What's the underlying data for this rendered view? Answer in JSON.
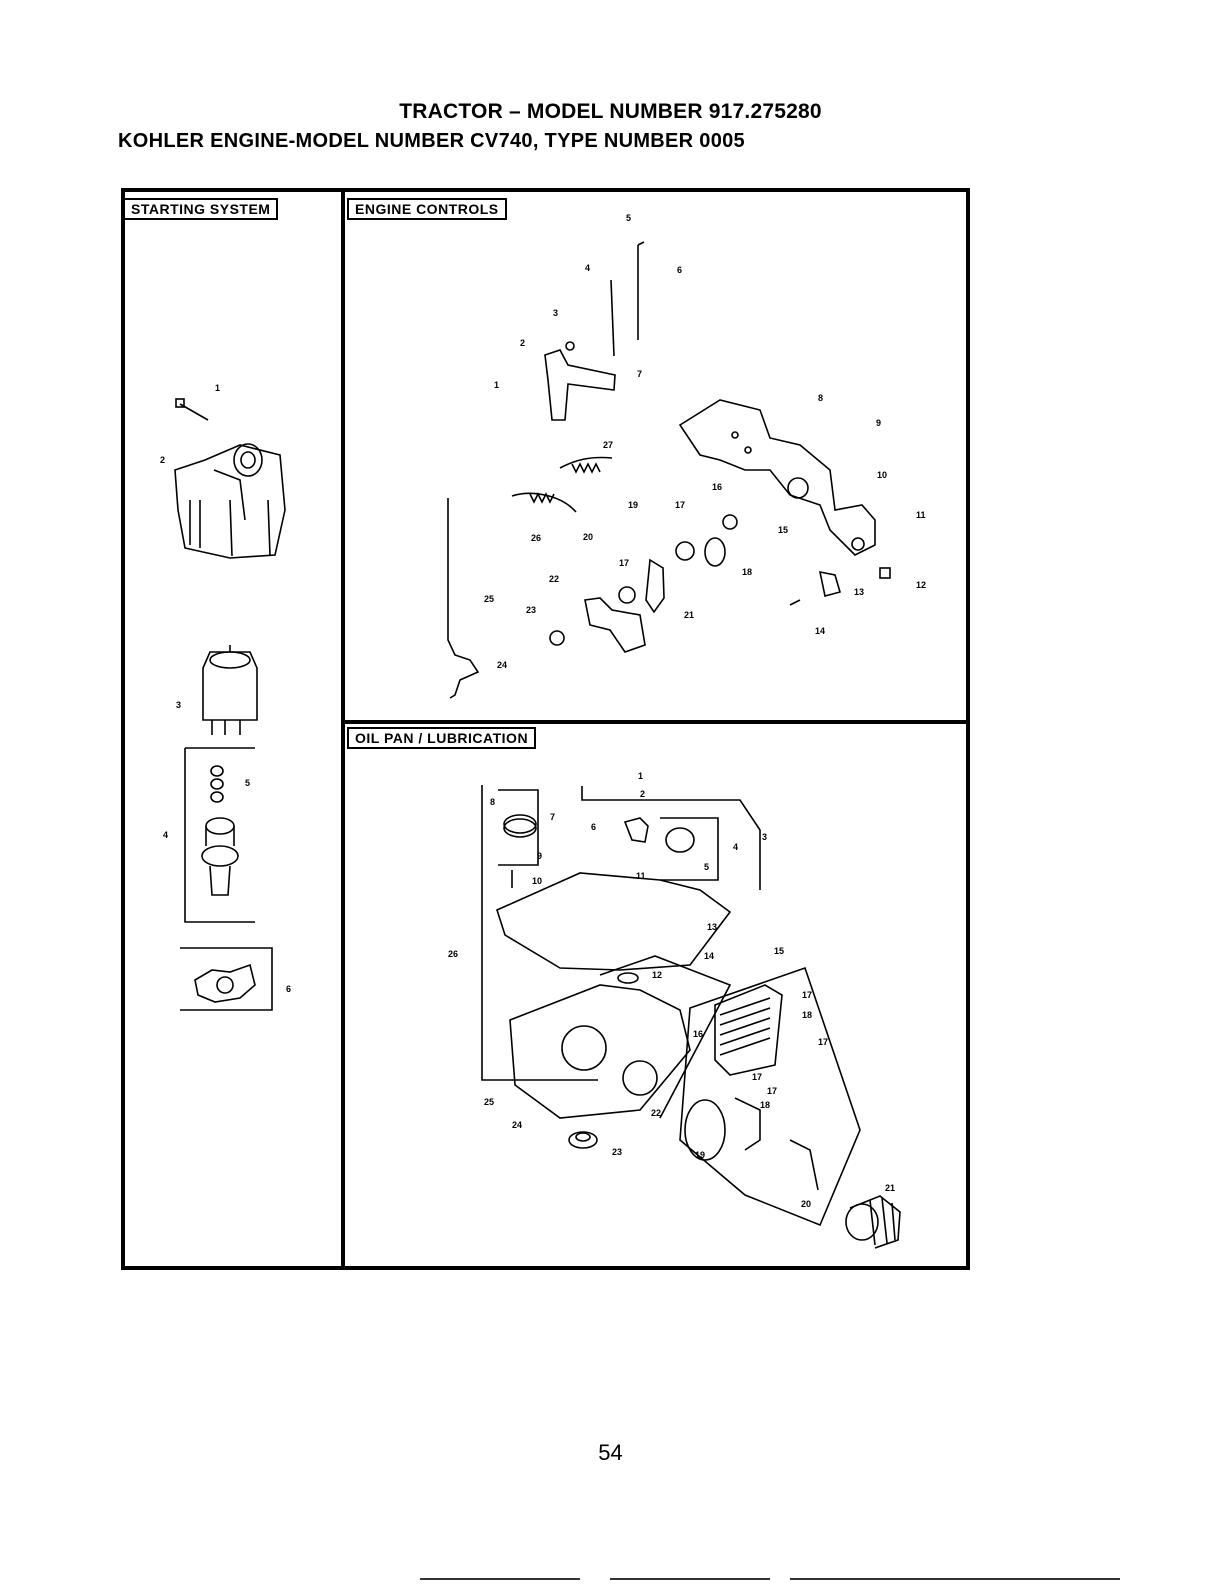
{
  "header": {
    "title": "TRACTOR – MODEL NUMBER 917.275280",
    "subtitle": "KOHLER ENGINE-MODEL NUMBER CV740, TYPE NUMBER 0005"
  },
  "sections": {
    "starting_system": {
      "label": "STARTING SYSTEM",
      "callouts": [
        "1",
        "2",
        "3",
        "4",
        "5",
        "6"
      ]
    },
    "engine_controls": {
      "label": "ENGINE CONTROLS",
      "callouts": [
        "1",
        "2",
        "3",
        "4",
        "5",
        "6",
        "7",
        "8",
        "9",
        "10",
        "11",
        "12",
        "13",
        "14",
        "15",
        "16",
        "17",
        "17",
        "18",
        "19",
        "20",
        "21",
        "22",
        "23",
        "24",
        "25",
        "26",
        "27"
      ]
    },
    "oil_pan": {
      "label": "OIL PAN / LUBRICATION",
      "callouts": [
        "1",
        "2",
        "3",
        "4",
        "5",
        "6",
        "7",
        "8",
        "9",
        "10",
        "11",
        "12",
        "13",
        "14",
        "15",
        "16",
        "17",
        "17",
        "17",
        "17",
        "18",
        "18",
        "19",
        "20",
        "21",
        "22",
        "23",
        "24",
        "25",
        "26"
      ]
    }
  },
  "page_number": "54"
}
